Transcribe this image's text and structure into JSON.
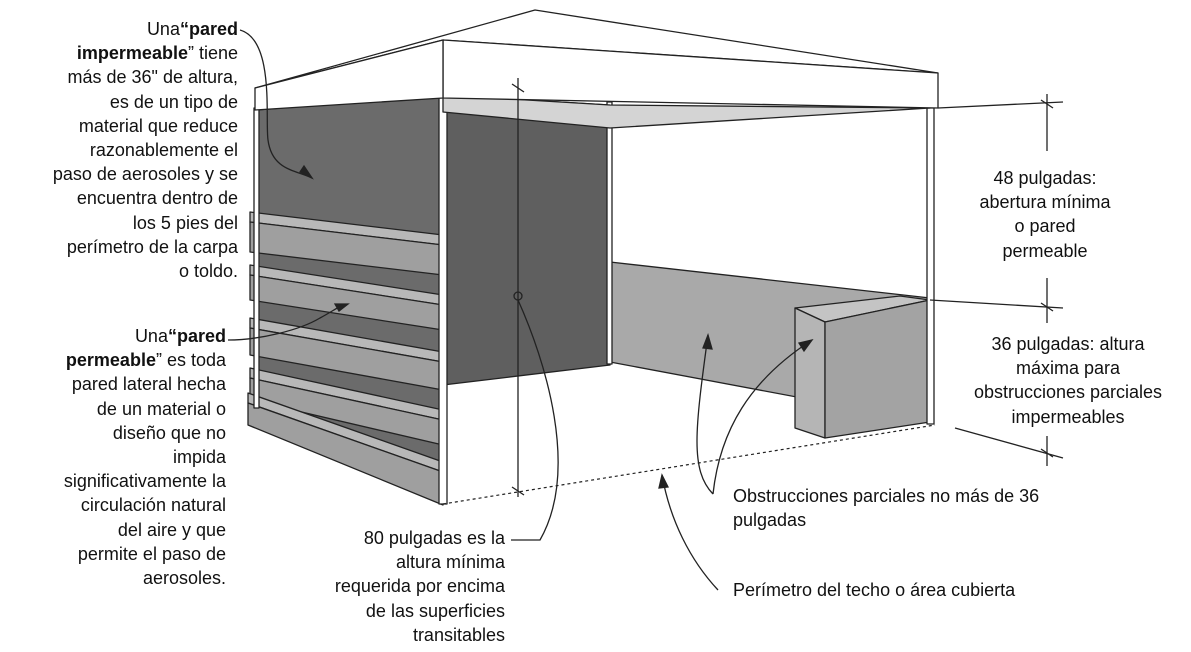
{
  "colors": {
    "wall_dark": "#6b6b6b",
    "wall_dark_back": "#5a5a5a",
    "wall_light": "#a9a9a9",
    "slat": "#9f9f9f",
    "slat_edge": "#7a7a7a",
    "roof": "#ffffff",
    "roof_under": "#d4d4d4",
    "line": "#222222"
  },
  "labels": {
    "impermeable_wall": {
      "line1_prefix": "Una",
      "line1_bold": "“pared",
      "line2_bold": "impermeable",
      "line2_rest": "” tiene",
      "lines": [
        "más de 36\" de altura,",
        "es de un tipo de",
        "material que reduce",
        "razonablemente  el",
        "paso de aerosoles y se",
        "encuentra dentro de",
        "los 5 pies del",
        "perímetro de la carpa",
        "o toldo."
      ]
    },
    "permeable_wall": {
      "line1_prefix": "Una",
      "line1_bold": "“pared",
      "line2_bold": "permeable",
      "line2_rest": "” es toda",
      "lines": [
        "pared lateral hecha",
        "de un material o",
        "diseño que no",
        "impida",
        "significativamente la",
        "circulación natural",
        "del aire y que",
        "permite el paso de",
        "aerosoles."
      ]
    },
    "opening_48": [
      "48 pulgadas:",
      "abertura mínima",
      "o pared",
      "permeable"
    ],
    "height_36": [
      "36 pulgadas: altura",
      "máxima para",
      "obstrucciones parciales",
      "impermeables"
    ],
    "partial_obstructions": [
      "Obstrucciones parciales no más de 36",
      "pulgadas"
    ],
    "min_height_80": [
      "80 pulgadas es la",
      "altura mínima",
      "requerida por encima",
      "de las superficies",
      "transitables"
    ],
    "perimeter": "Perímetro del techo o área cubierta"
  }
}
